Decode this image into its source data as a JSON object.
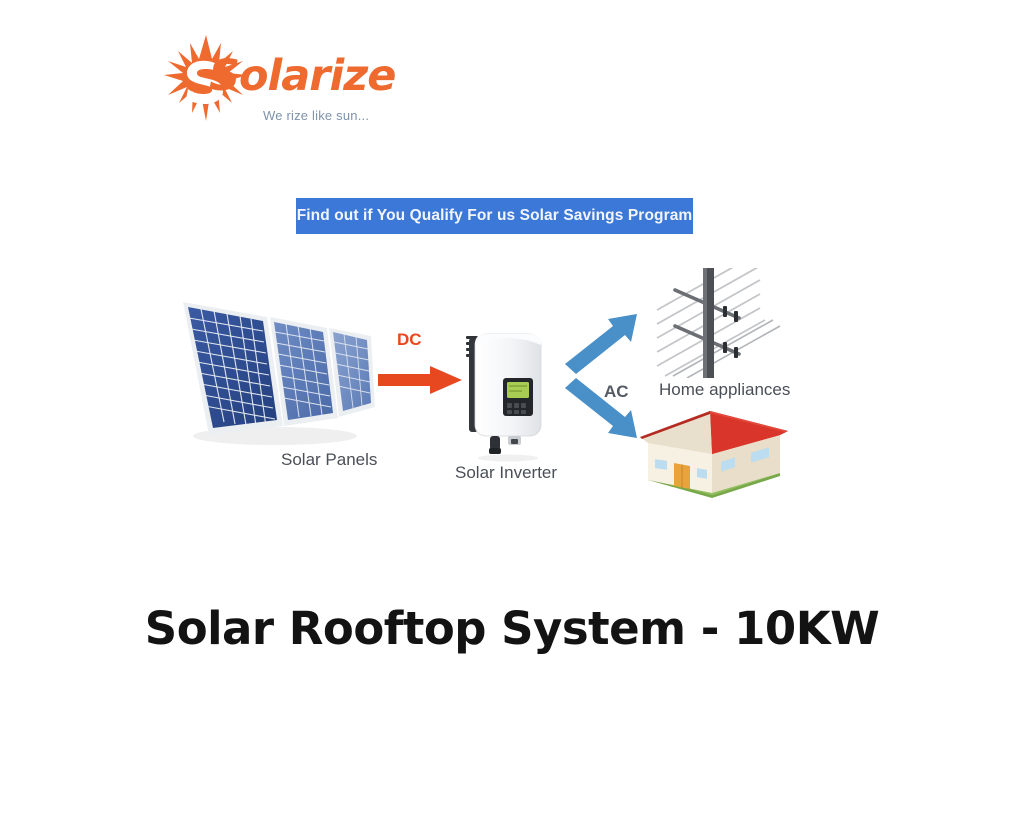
{
  "brand": {
    "name": "Solarize",
    "tagline": "We rize like sun...",
    "logo_icon": "sun-burst-icon",
    "accent_color": "#ee6a2f",
    "tagline_color": "#7f93ab"
  },
  "banner": {
    "label": "Find out if You Qualify For us Solar Savings Program",
    "background_color": "#3b78d8",
    "text_color": "#f2f6fc"
  },
  "diagram": {
    "panels": {
      "label": "Solar Panels",
      "icon": "solar-panel-array-icon",
      "panel_count": 3,
      "cell_color": "#2f4f96",
      "frame_color": "#e8ebee"
    },
    "dc_flow": {
      "label": "DC",
      "icon": "right-arrow-icon",
      "color": "#e8481f"
    },
    "inverter": {
      "label": "Solar Inverter",
      "icon": "solar-inverter-icon",
      "body_color": "#f2f3f5",
      "display_color": "#9cc63e"
    },
    "ac_flow": {
      "label": "AC",
      "icon": "diverging-arrows-icon",
      "color": "#4a90c8"
    },
    "grid": {
      "label": "Home appliances",
      "icon": "utility-pole-icon",
      "color": "#555b63"
    },
    "house": {
      "icon": "house-icon",
      "roof_color": "#d9352a",
      "wall_color": "#f0e6d2",
      "door_color": "#e8a33d",
      "window_color": "#bcdcef",
      "ground_color": "#8fbf5a"
    }
  },
  "title": {
    "text": "Solar Rooftop System - 10KW",
    "color": "#131313"
  }
}
